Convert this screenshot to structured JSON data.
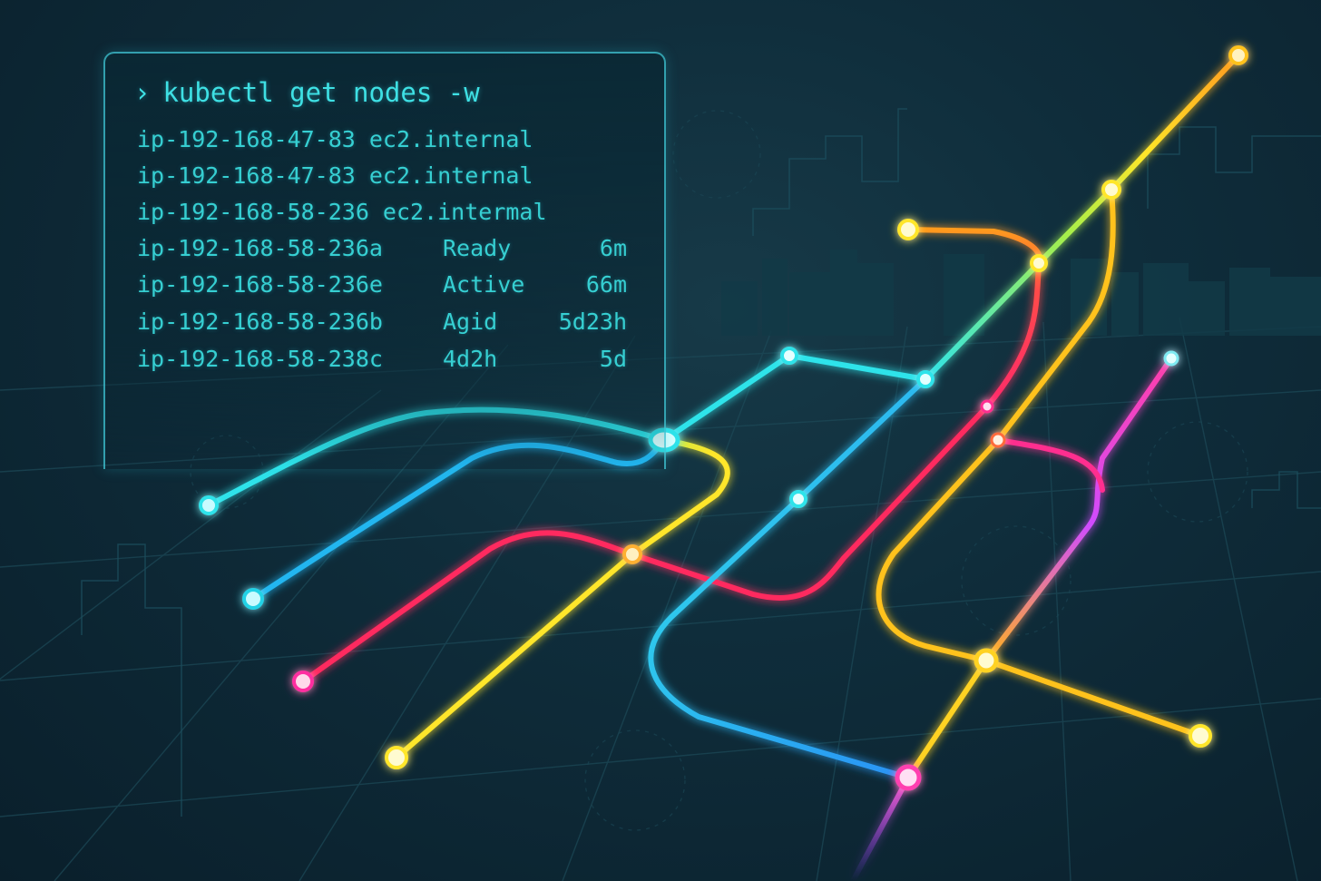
{
  "terminal": {
    "prompt_symbol": "›",
    "command": "kubectl get nodes -w",
    "rows": [
      {
        "node": "ip-192-168-47-83 ec2.internal",
        "status": "",
        "age": ""
      },
      {
        "node": "ip-192-168-47-83 ec2.internal",
        "status": "",
        "age": ""
      },
      {
        "node": "ip-192-168-58-236 ec2.intermal",
        "status": "",
        "age": ""
      },
      {
        "node": "ip-192-168-58-236a",
        "status": "Ready",
        "age": "6m"
      },
      {
        "node": "ip-192-168-58-236e",
        "status": "Active",
        "age": "66m"
      },
      {
        "node": "ip-192-168-58-236b",
        "status": "Agid",
        "age": "5d23h"
      },
      {
        "node": "ip-192-168-58-238c",
        "status": "4d2h",
        "age": "5d"
      }
    ]
  },
  "colors": {
    "cyan": "#2fe3ea",
    "blue": "#22b6f0",
    "red": "#ff2a5f",
    "pink": "#ff2f8f",
    "yellow": "#ffe629",
    "amber": "#ffc21f",
    "orange": "#ff9a1e",
    "purple": "#c04cff",
    "terminal_text": "#36cfd2",
    "background": "#0f2d3b"
  },
  "network": {
    "line_count": 10,
    "station_count": 22
  }
}
